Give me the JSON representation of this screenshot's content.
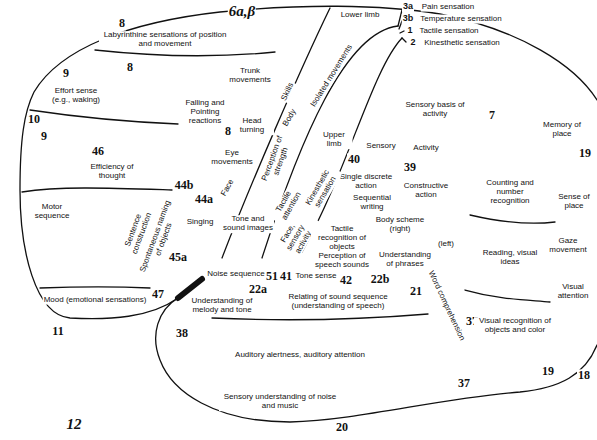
{
  "diagram": {
    "labels": [
      "6a,β",
      "8",
      "Labyrinthine sensations of position and movement",
      "Lower limb",
      "3a",
      "Pain sensation",
      "3b",
      "Temperature sensation",
      "1",
      "Tactile sensation",
      "2",
      "Kinesthetic sensation",
      "9",
      "8",
      "Trunk movements",
      "Skills",
      "Isolated movements",
      "Effort sense (e.g., waking)",
      "Falling and Pointing reactions",
      "Body",
      "Sensory basis of activity",
      "7",
      "10",
      "9",
      "Head turning",
      "Upper limb",
      "Memory of place",
      "19",
      "Perception of strength",
      "46",
      "8",
      "Sensory",
      "Activity",
      "40",
      "Eye movements",
      "Efficiency of thought",
      "39",
      "Single discrete action",
      "Face",
      "Tactile attention",
      "Kinesthetic sensation",
      "Sequential writing",
      "Constructive action",
      "Counting and number recognition",
      "Sense of place",
      "Motor sequence",
      "44b",
      "44a",
      "Sentence construction",
      "Spontaneous naming of objects",
      "Singing",
      "Tone and sound images",
      "Face, sensory activity",
      "Tactile recognition of objects",
      "Body scheme (right)",
      "(left)",
      "Gaze movement",
      "Reading, visual ideas",
      "45a",
      "Understanding of phrases",
      "Perception of speech sounds",
      "Noise sequence",
      "51",
      "41",
      "Tone sense",
      "42",
      "22b",
      "22a",
      "21",
      "Visual attention",
      "47",
      "Mood (emotional sensations)",
      "Relating of sound sequence (understanding of speech)",
      "Understanding of melody and tone",
      "Word comprehension",
      "37",
      "Visual recognition of objects and color",
      "11",
      "38",
      "Auditory alertness, auditory attention",
      "19",
      "18",
      "37",
      "Sensory understanding of noise and music",
      "20",
      "12"
    ]
  }
}
